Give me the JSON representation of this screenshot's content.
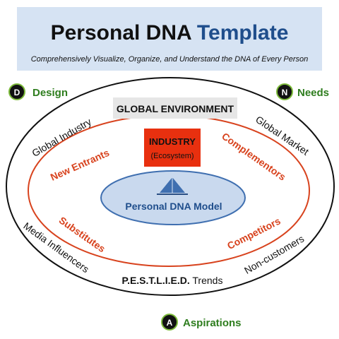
{
  "header": {
    "title_main": "Personal DNA",
    "title_accent": "Template",
    "subtitle": "Comprehensively Visualize, Organize, and Understand the DNA of Every Person"
  },
  "badges": {
    "design": {
      "letter": "D",
      "label": "Design"
    },
    "needs": {
      "letter": "N",
      "label": "Needs"
    },
    "aspirations": {
      "letter": "A",
      "label": "Aspirations"
    }
  },
  "outer_ring": {
    "top_label": "GLOBAL ENVIRONMENT",
    "left_upper": "Global Industry",
    "right_upper": "Global Market",
    "left_lower": "Media Influencers",
    "right_lower": "Non-customers",
    "bottom_bold": "P.E.S.T.L.I.E.D.",
    "bottom_rest": " Trends"
  },
  "inner_ring": {
    "industry_title": "INDUSTRY",
    "industry_sub": "(Ecosystem)",
    "left_upper": "New Entrants",
    "right_upper": "Complementors",
    "left_lower": "Substitutes",
    "right_lower": "Competitors"
  },
  "center": {
    "label": "Personal DNA Model"
  },
  "colors": {
    "header_bg": "#d6e3f3",
    "title_accent": "#1f4e8c",
    "inner_ring": "#d8431e",
    "industry_box": "#e8300f",
    "center_fill": "#c9d9ee",
    "center_stroke": "#3f6fb0",
    "badge_green": "#2e7d1e"
  }
}
